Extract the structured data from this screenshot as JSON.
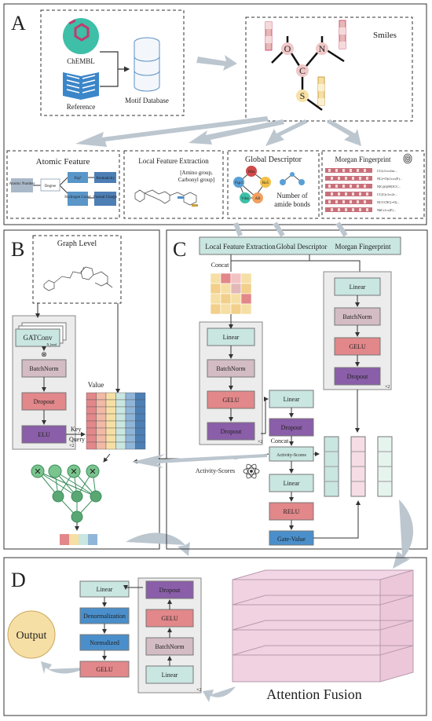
{
  "panels": {
    "a": "A",
    "b": "B",
    "c": "C",
    "d": "D"
  },
  "panel_a": {
    "chembl": "ChEMBL",
    "reference": "Reference",
    "motif_db": "Motif Database",
    "smiles": "Smiles",
    "atoms": [
      "O",
      "C",
      "N",
      "S"
    ],
    "atomic_feature": {
      "title": "Atomic Feature",
      "atomic_number": "Atomic Number",
      "degree": "Degree",
      "fsp3": "Fsp³",
      "aromaticity": "Aromaticity",
      "hydrogen_count": "Hydrogen Count",
      "formal_charge": "Formal Charge"
    },
    "local_feature": {
      "title": "Local Feature Extraction",
      "groups_line1": "[Amino group,",
      "groups_line2": "Carbonyl group]"
    },
    "global_descriptor": {
      "title": "Global Descriptor",
      "nodes": [
        "Hba",
        "Ro5",
        "Fsp3",
        "Vdss",
        "AR"
      ],
      "amide_line1": "Number of",
      "amide_line2": "amide bonds"
    },
    "morgan": {
      "title": "Morgan Fingerprint",
      "smiles_rows": [
        "CC(c1ccc2nc...",
        "NC(=O)c1ccc(F)...",
        "N[C@@H]1CC...",
        "CC(C)c1cc2c...",
        "NCCCNC(=O)...",
        "N#Cc1cc(F)..."
      ]
    }
  },
  "panel_b": {
    "graph_level": "Graph Level",
    "gatconv": "GATConv",
    "n_head": "N_head",
    "concat_symbol": "⊗",
    "batchnorm": "BatchNorm",
    "dropout": "Dropout",
    "elu": "ELU",
    "repeat": "×2",
    "value": "Value",
    "key": "Key",
    "query": "Query",
    "gate_symbol": "✕"
  },
  "panel_c": {
    "header": {
      "local": "Local Feature Extraction",
      "global": "Global Descriptor",
      "morgan": "Morgan Fingerprint"
    },
    "concat": "Concat",
    "left_stack": [
      "Linear",
      "BatchNorm",
      "GELU",
      "Dropout"
    ],
    "left_repeat": "×2",
    "right_stack": [
      "Linear",
      "BatchNorm",
      "GELU",
      "Dropout"
    ],
    "right_repeat": "×2",
    "mid_linear": "Linear",
    "mid_dropout": "Dropout",
    "concat2": "Concat",
    "activity_scores_node": "Activity-Scores",
    "activity_scores_label": "Activity-Scores",
    "linear2": "Linear",
    "relu": "RELU",
    "gate_value": "Gate-Value"
  },
  "panel_d": {
    "output": "Output",
    "chain": [
      "Linear",
      "Denormalization",
      "Normalized",
      "GELU"
    ],
    "stack": [
      "Dropout",
      "GELU",
      "BatchNorm",
      "Linear"
    ],
    "repeat": "×2",
    "attention_fusion": "Attention Fusion"
  },
  "colors": {
    "teal": "#c9e6e1",
    "mauve": "#d3bcc3",
    "red": "#e2878a",
    "purple": "#8a5ea8",
    "blue": "#4a8fcb",
    "pink_box": "#ecc7d9",
    "gray_panel": "#ececec",
    "arrow_gray": "#bcc6cf"
  }
}
